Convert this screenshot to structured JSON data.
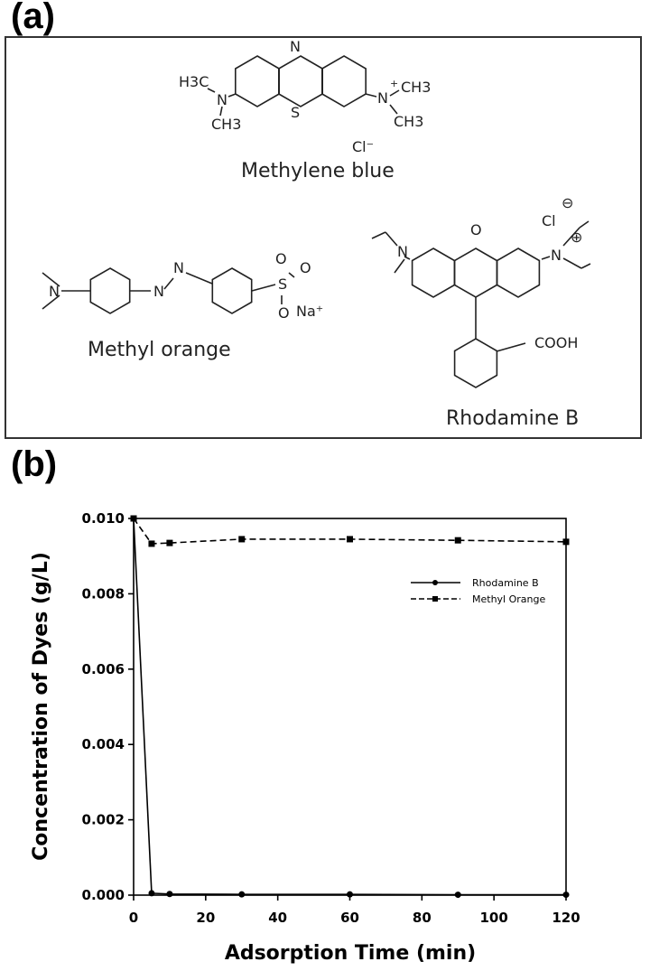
{
  "panel_a": {
    "label": "(a)",
    "methylene_blue": {
      "name": "Methylene blue",
      "atoms": [
        "H3C",
        "N",
        "CH3",
        "N",
        "S",
        "N",
        "+",
        "CH3",
        "CH3",
        "Cl⁻"
      ]
    },
    "methyl_orange": {
      "name": "Methyl orange",
      "atoms": [
        "N",
        "N",
        "N",
        "S",
        "O",
        "O",
        "O",
        "Na⁺"
      ]
    },
    "rhodamine_b": {
      "name": "Rhodamine B",
      "atoms": [
        "N",
        "O",
        "N",
        "⊕",
        "Cl",
        "⊖",
        "COOH"
      ]
    }
  },
  "panel_b": {
    "label": "(b)"
  },
  "chart_data": {
    "type": "line",
    "title": "",
    "xlabel": "Adsorption Time (min)",
    "ylabel": "Concentration of Dyes (g/L)",
    "xlim": [
      0,
      120
    ],
    "ylim": [
      0,
      0.01
    ],
    "xticks": [
      "0",
      "20",
      "40",
      "60",
      "80",
      "100",
      "120"
    ],
    "yticks": [
      "0.000",
      "0.002",
      "0.004",
      "0.006",
      "0.008",
      "0.010"
    ],
    "legend_position": "top-right",
    "grid": false,
    "x": [
      0,
      5,
      10,
      30,
      60,
      90,
      120
    ],
    "series": [
      {
        "name": "Rhodamine B",
        "style": "solid",
        "marker": "circle",
        "values": [
          0.01,
          5e-05,
          3e-05,
          2e-05,
          2e-05,
          1e-05,
          1e-05
        ]
      },
      {
        "name": "Methyl Orange",
        "style": "dashed",
        "marker": "square",
        "values": [
          0.01,
          0.00933,
          0.00935,
          0.00945,
          0.00945,
          0.00942,
          0.00938
        ]
      }
    ]
  }
}
